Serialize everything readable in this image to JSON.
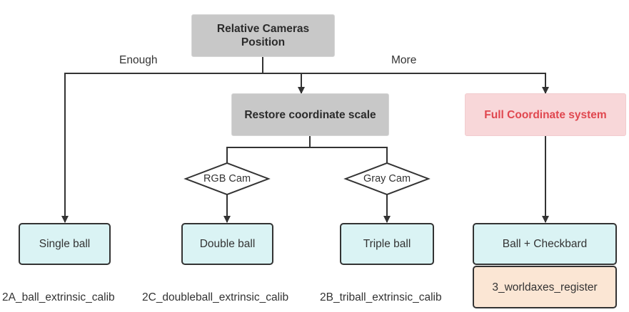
{
  "root": {
    "line1": "Relative Cameras",
    "line2": "Position"
  },
  "edges": {
    "enough": "Enough",
    "more": "More"
  },
  "restore": "Restore coordinate scale",
  "full_coord": "Full Coordinate system",
  "decisions": {
    "rgb": "RGB Cam",
    "gray": "Gray Cam"
  },
  "leaves": {
    "single": "Single ball",
    "double": "Double ball",
    "triple": "Triple ball",
    "checkerboard": "Ball + Checkbard",
    "world": "3_worldaxes_register"
  },
  "captions": {
    "single": "2A_ball_extrinsic_calib",
    "double": "2C_doubleball_extrinsic_calib",
    "triple": "2B_triball_extrinsic_calib"
  }
}
